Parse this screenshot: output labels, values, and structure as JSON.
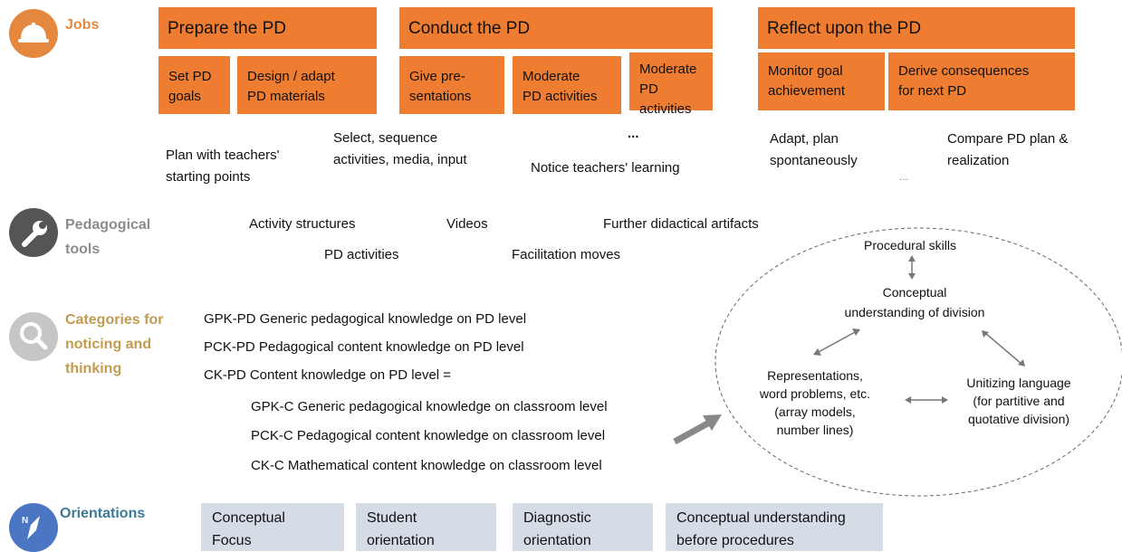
{
  "colors": {
    "jobs_accent": "#e5883f",
    "tools_accent": "#8c8c8c",
    "categories_accent": "#c49a50",
    "orientations_accent": "#3a7a96",
    "box": "#ee7d31",
    "orientation_box": "#d5dce6"
  },
  "sections": {
    "jobs": {
      "label": "Jobs",
      "icon": "hard-hat-icon"
    },
    "tools": {
      "label": "Pedagogical\ntools",
      "icon": "wrench-icon"
    },
    "categories": {
      "label": "Categories for\nnoticing and\nthinking",
      "icon": "magnifier-icon"
    },
    "orientations": {
      "label": "Orientations",
      "icon": "compass-icon"
    }
  },
  "jobs": {
    "prepare": {
      "title": "Prepare the PD",
      "subs": [
        "Set PD\ngoals",
        "Design / adapt\nPD materials"
      ]
    },
    "conduct": {
      "title": "Conduct the PD",
      "subs": [
        "Give pre-\nsentations",
        "Moderate\nPD activities",
        "Moderate\nPD activities"
      ]
    },
    "reflect": {
      "title": "Reflect upon the PD",
      "subs": [
        "Monitor goal\nachievement",
        "Derive consequences\nfor next PD"
      ]
    },
    "notes": [
      "Plan with teachers'\nstarting points",
      "Select, sequence\nactivities, media, input",
      "...",
      "Notice teachers' learning",
      "Adapt, plan\nspontaneously",
      "Compare PD plan &\nrealization",
      "..."
    ]
  },
  "tools": [
    "Activity structures",
    "Videos",
    "Further didactical artifacts",
    "PD activities",
    "Facilitation moves"
  ],
  "categories": [
    "GPK-PD Generic pedagogical knowledge on PD level",
    "PCK-PD Pedagogical content knowledge on PD level",
    "CK-PD Content knowledge on PD level =",
    "GPK-C Generic pedagogical knowledge on classroom level",
    "PCK-C Pedagogical content knowledge on classroom level",
    "CK-C Mathematical content knowledge on classroom level"
  ],
  "ellipse": {
    "procedural": "Procedural skills",
    "conceptual": "Conceptual\nunderstanding of division",
    "representations": "Representations,\nword problems, etc.\n(array models,\nnumber lines)",
    "unitizing": "Unitizing language\n(for partitive and\nquotative division)"
  },
  "orientations": [
    "Conceptual\nFocus",
    "Student\norientation",
    "Diagnostic\norientation",
    "Conceptual understanding\nbefore procedures"
  ]
}
